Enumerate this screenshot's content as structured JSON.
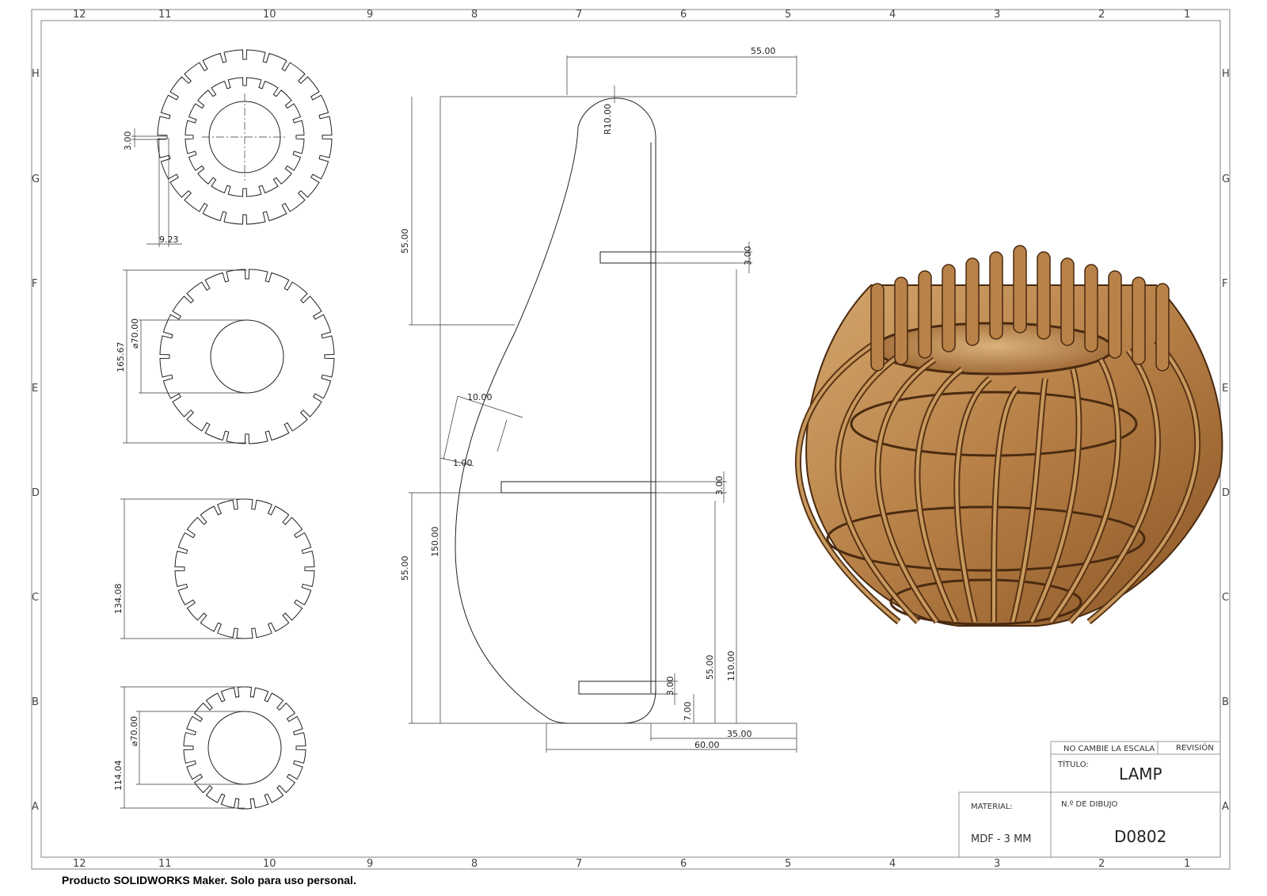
{
  "sheet": {
    "column_labels": [
      "12",
      "11",
      "10",
      "9",
      "8",
      "7",
      "6",
      "5",
      "4",
      "3",
      "2",
      "1"
    ],
    "row_labels": [
      "H",
      "G",
      "F",
      "E",
      "D",
      "C",
      "B",
      "A"
    ]
  },
  "dimensions": {
    "slot_width": "3.00",
    "slot_depth": "9.23",
    "disc2_height": "165.67",
    "disc2_hole": "⌀70.00",
    "disc3_height": "134.08",
    "disc4_height": "114.04",
    "disc4_hole": "⌀70.00",
    "top_width": "55.00",
    "top_radius": "R10.00",
    "upper_height": "55.00",
    "lower_height": "55.00",
    "total_height": "150.00",
    "curve_offset": "10.00",
    "curve_thickness": "1.00",
    "shelf1_thickness": "3.00",
    "shelf2_thickness": "3.00",
    "shelf3_thickness": "3.00",
    "shelf3_offset": "7.00",
    "shelf2_height": "55.00",
    "shelf1_height": "110.00",
    "bottom_width_35": "35.00",
    "bottom_width_60": "60.00"
  },
  "title_block": {
    "no_scale": "NO CAMBIE LA ESCALA",
    "revision": "REVISIÓN",
    "title_label": "TÍTULO:",
    "title": "LAMP",
    "material_label": "MATERIAL:",
    "material": "MDF - 3 MM",
    "drawing_no_label": "N.º DE DIBUJO",
    "drawing_no": "D0802"
  },
  "footer": "Producto SOLIDWORKS Maker. Solo para uso personal.",
  "colors": {
    "wood_light": "#c8955a",
    "wood_dark": "#6b3f1d",
    "wood_mid": "#a4703a"
  }
}
